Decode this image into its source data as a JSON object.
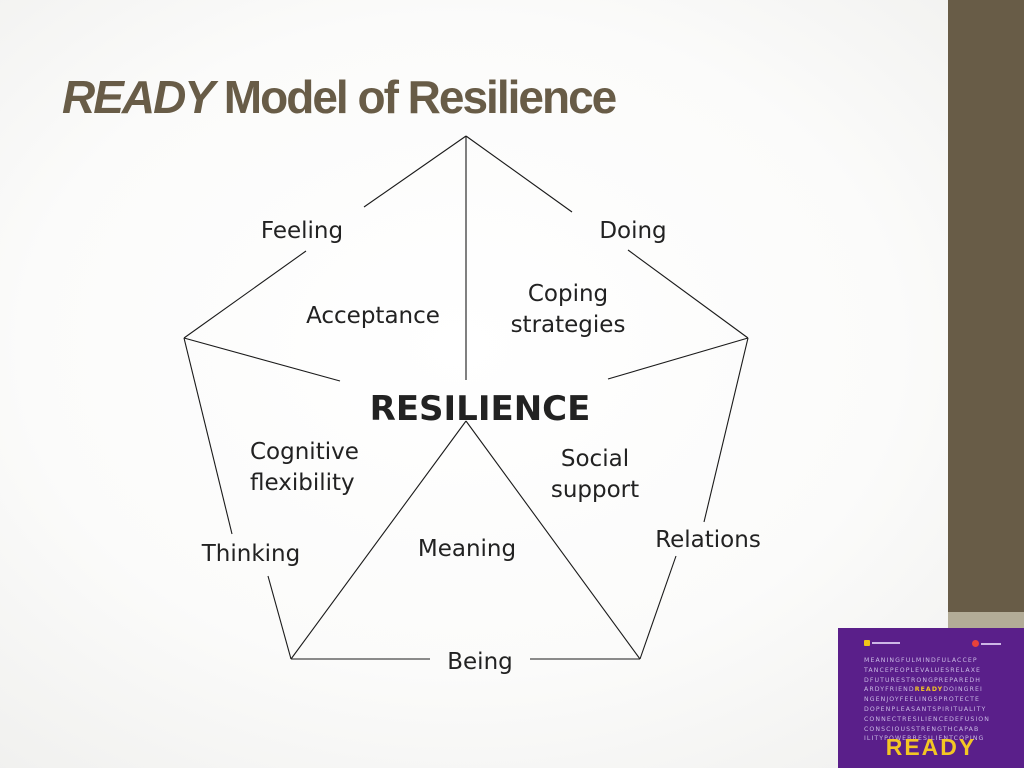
{
  "slide": {
    "title_emphasis": "READY",
    "title_rest": " Model of Resilience"
  },
  "diagram": {
    "center": "RESILIENCE",
    "vertices": {
      "feeling": "Feeling",
      "doing": "Doing",
      "relations": "Relations",
      "being": "Being",
      "thinking": "Thinking"
    },
    "sectors": {
      "acceptance": "Acceptance",
      "coping_line1": "Coping",
      "coping_line2": "strategies",
      "social_line1": "Social",
      "social_line2": "support",
      "meaning": "Meaning",
      "cognitive_line1": "Cognitive",
      "cognitive_line2": "flexibility"
    }
  },
  "logo": {
    "word_lines": [
      "MEANINGFULMINDFULACCEP",
      "TANCEPEOPLEVALUESRELAXE",
      "DFUTURESTRONGPREPAREDH",
      "ARDYFRIEND",
      "NGENJOYFEELINGSPROTECTE",
      "DOPENPLEASANTSPIRITUALITY",
      "CONNECTRESILIENCEDEFUSION",
      "CONSCIOUSSTRENGTHCAPAB",
      "ILITYPOWERRESILIENTCOPING"
    ],
    "highlight_word": "READY",
    "line4_after": "DOINGREI",
    "wordmark": "READY"
  },
  "colors": {
    "title": "#685c47",
    "side_bar": "#685c47",
    "side_accent": "#b3ac97",
    "logo_bg": "#5a1f8a",
    "logo_highlight": "#f3c623",
    "line": "#1a1a1a"
  }
}
